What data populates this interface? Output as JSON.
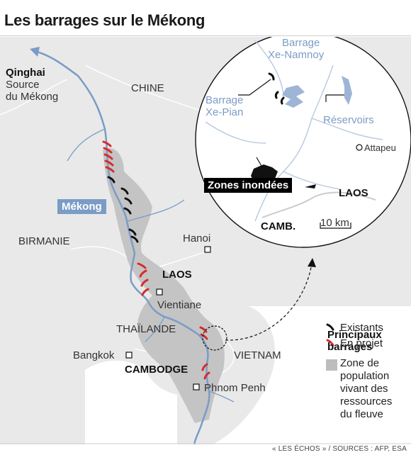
{
  "title": "Les barrages sur le Mékong",
  "labels": {
    "qinghai": "Qinghai",
    "source_line1": "Source",
    "source_line2": "du Mékong",
    "chine": "CHINE",
    "mekong": "Mékong",
    "birmanie": "BIRMANIE",
    "hanoi": "Hanoi",
    "laos": "LAOS",
    "vientiane": "Vientiane",
    "thailande": "THAÏLANDE",
    "bangkok": "Bangkok",
    "cambodge": "CAMBODGE",
    "vietnam": "VIETNAM",
    "phnom_penh": "Phnom Penh"
  },
  "inset": {
    "barrage_xe_namnoy_1": "Barrage",
    "barrage_xe_namnoy_2": "Xe-Namnoy",
    "barrage_xe_pian_1": "Barrage",
    "barrage_xe_pian_2": "Xe-Pian",
    "reservoirs": "Réservoirs",
    "zones_inondees": "Zones inondées",
    "attapeu": "Attapeu",
    "laos": "LAOS",
    "camb": "CAMB.",
    "scale": "10 km"
  },
  "legend": {
    "title_line1": "Principaux",
    "title_line2": "barrages",
    "existing": "Existants",
    "planned": "En projet",
    "zone_line1": "Zone de",
    "zone_line2": "population",
    "zone_line3": "vivant des",
    "zone_line4": "ressources",
    "zone_line5": "du fleuve"
  },
  "footer": "« LES ÉCHOS » / SOURCES : AFP, ESA",
  "colors": {
    "river": "#7a9cc6",
    "existing_dam": "#111111",
    "planned_dam": "#d62b2b",
    "zone": "#bdbdbd",
    "land": "#e9e9e9"
  }
}
